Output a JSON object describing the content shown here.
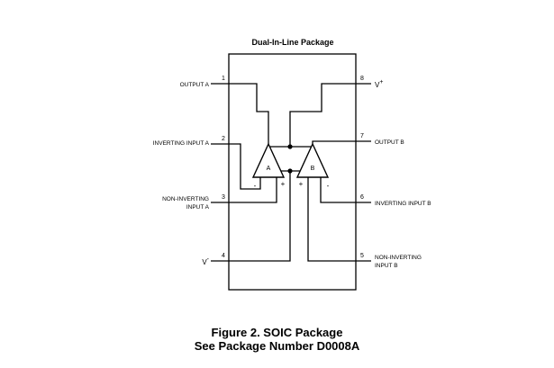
{
  "title": "Dual-In-Line Package",
  "pins": {
    "p1": {
      "number": "1",
      "label": "OUTPUT A"
    },
    "p2": {
      "number": "2",
      "label": "INVERTING INPUT A"
    },
    "p3": {
      "number": "3",
      "label_line1": "NON-INVERTING",
      "label_line2": "INPUT A"
    },
    "p4": {
      "number": "4",
      "label": "V",
      "sup": "-"
    },
    "p5": {
      "number": "5",
      "label_line1": "NON-INVERTING",
      "label_line2": "INPUT B"
    },
    "p6": {
      "number": "6",
      "label": "INVERTING INPUT B"
    },
    "p7": {
      "number": "7",
      "label": "OUTPUT B"
    },
    "p8": {
      "number": "8",
      "label": "V",
      "sup": "+"
    }
  },
  "amps": {
    "a": {
      "name": "A",
      "minus": "-",
      "plus": "+"
    },
    "b": {
      "name": "B",
      "plus": "+",
      "minus": "-"
    }
  },
  "caption": {
    "line1": "Figure 2.  SOIC Package",
    "line2": "See Package Number D0008A"
  }
}
